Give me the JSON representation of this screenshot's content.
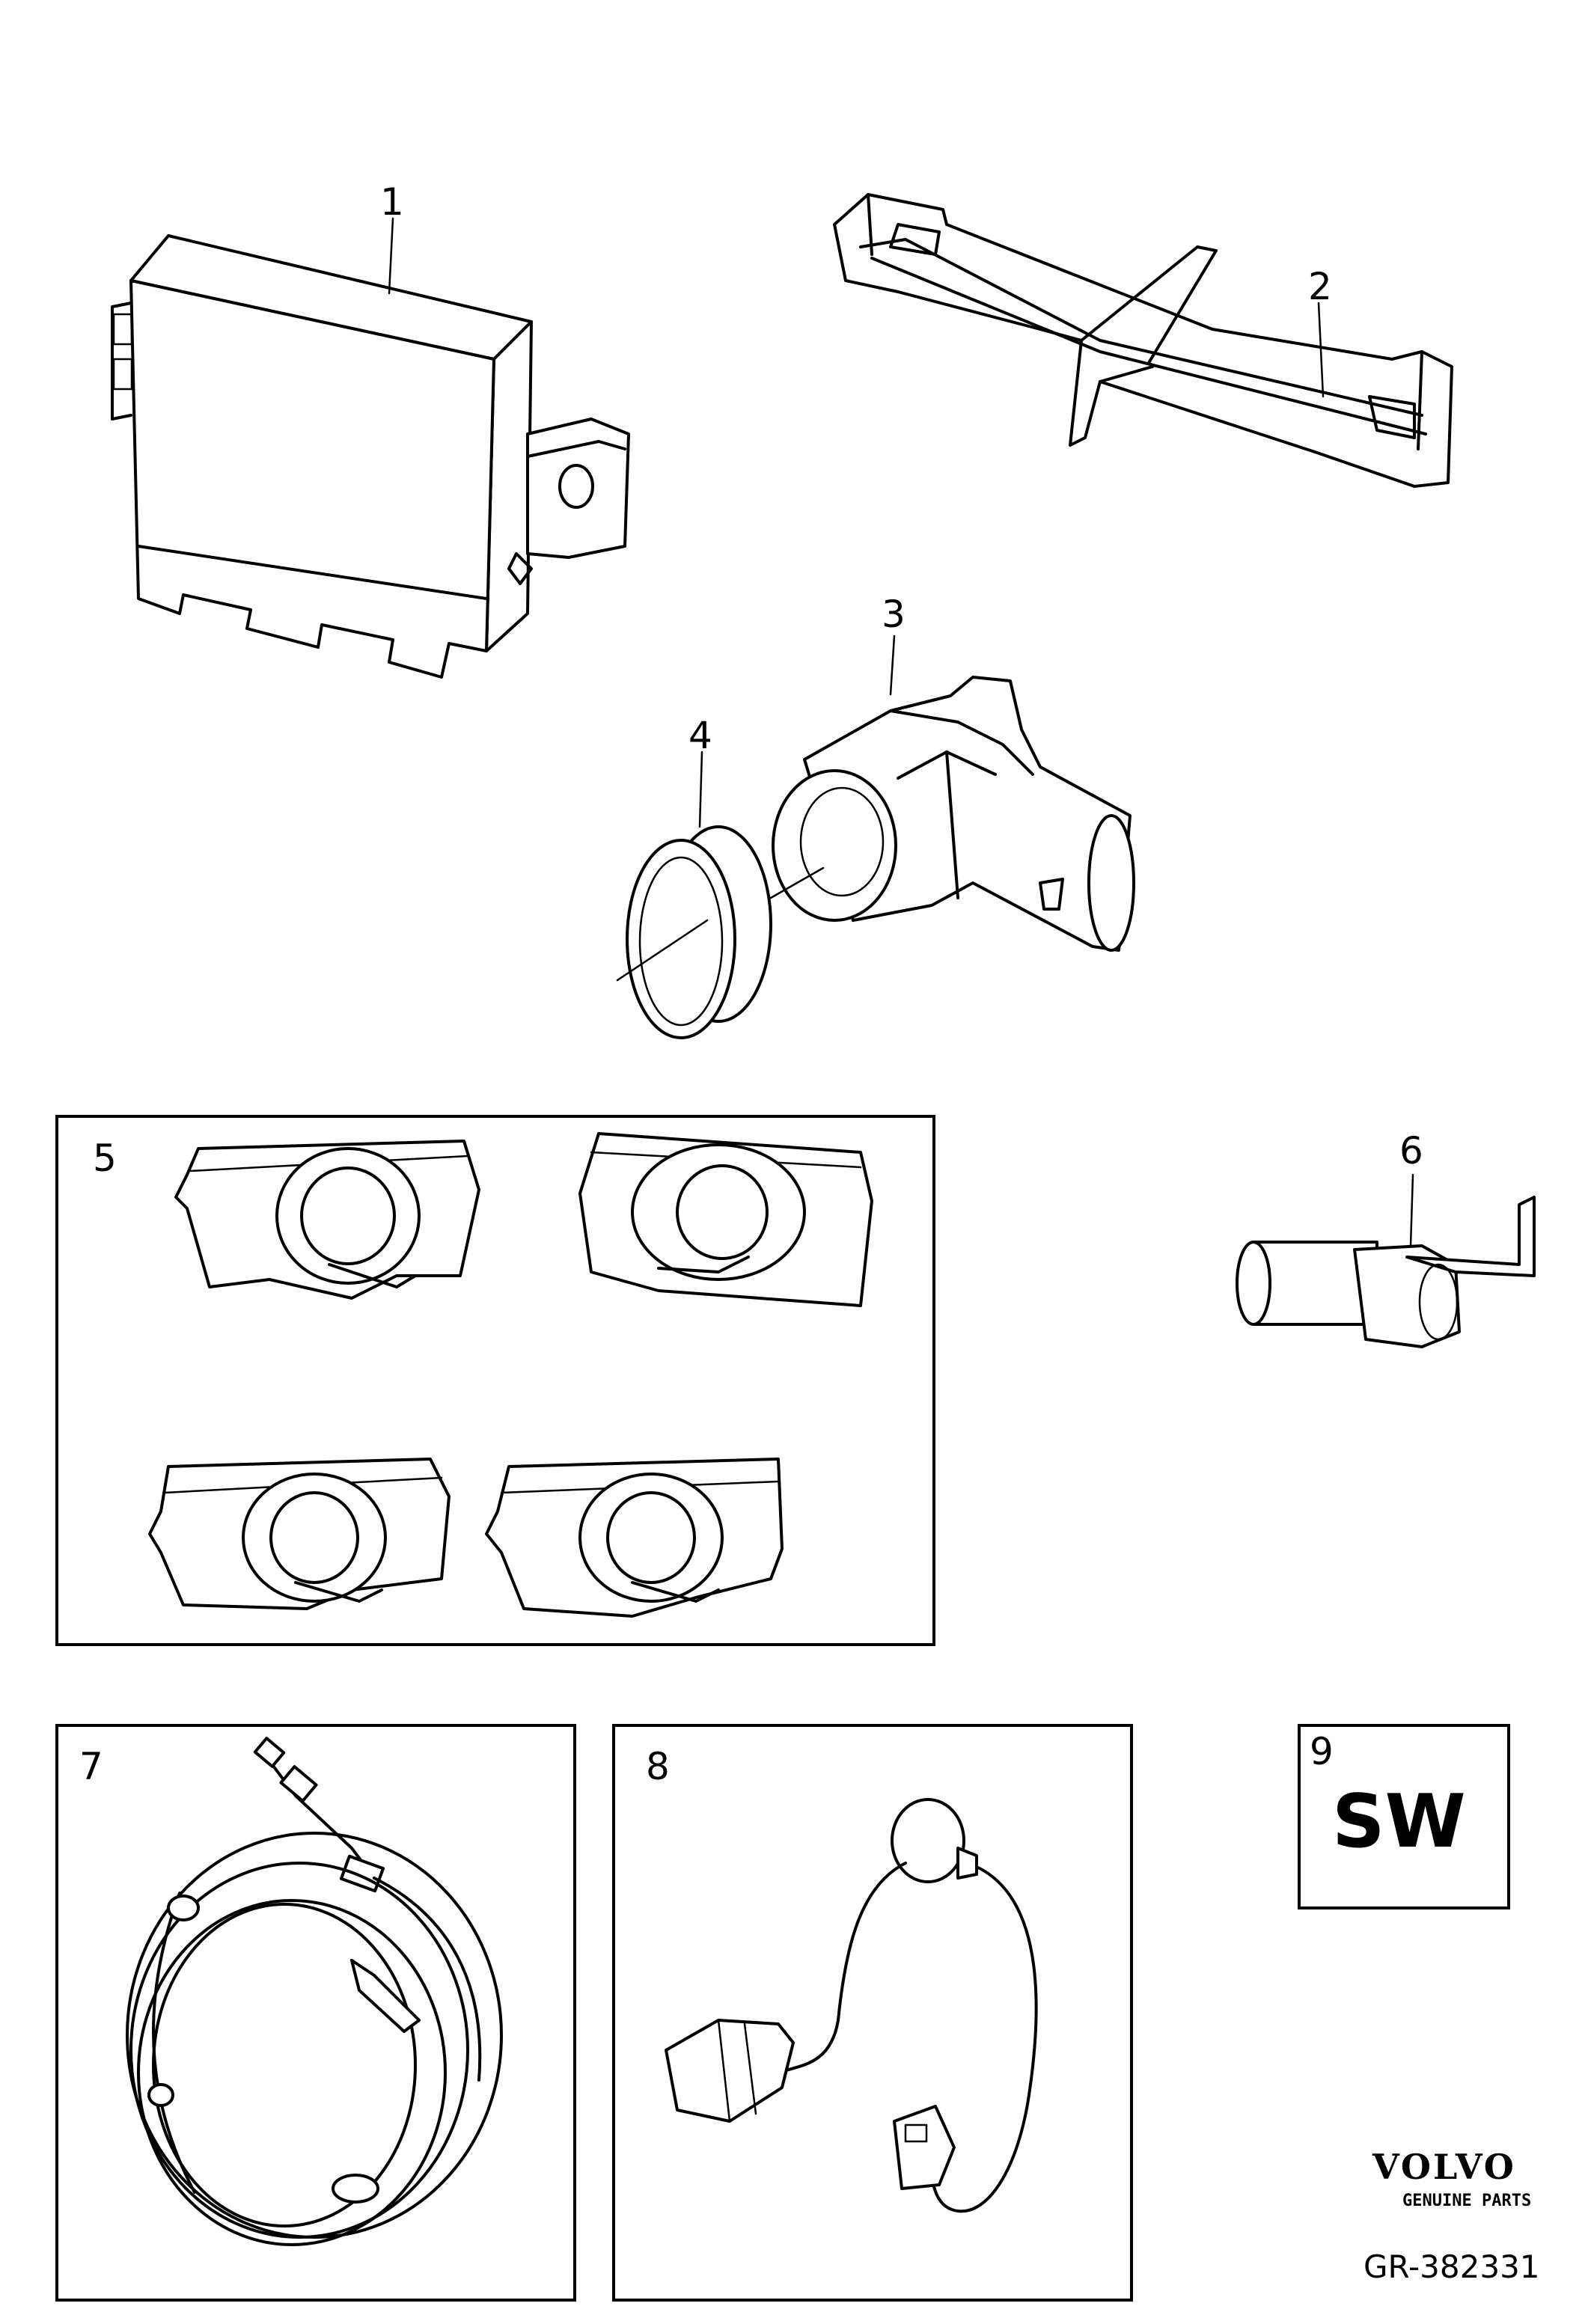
{
  "callouts": {
    "p1": "1",
    "p2": "2",
    "p3": "3",
    "p4": "4",
    "p5": "5",
    "p6": "6",
    "p7": "7",
    "p8": "8",
    "p9": "9"
  },
  "software_box": {
    "text": "SW"
  },
  "branding": {
    "logo_text": "VOLVO",
    "subtitle": "GENUINE PARTS"
  },
  "reference": "GR-382331"
}
